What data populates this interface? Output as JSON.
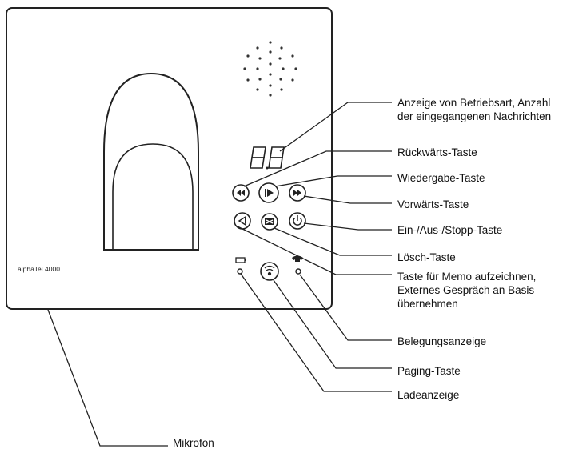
{
  "device": {
    "brand_label": "alphaTel 4000",
    "display_digits": "8.8"
  },
  "callouts": {
    "display": "Anzeige von Betriebsart, Anzahl\nder eingegangenen Nachrichten",
    "rewind": "Rückwärts-Taste",
    "play": "Wiedergabe-Taste",
    "forward": "Vorwärts-Taste",
    "power": "Ein-/Aus-/Stopp-Taste",
    "delete": "Lösch-Taste",
    "memo": "Taste für Memo aufzeichnen,\nExternes Gespräch an Basis\nübernehmen",
    "line_indicator": "Belegungsanzeige",
    "paging": "Paging-Taste",
    "charge_indicator": "Ladeanzeige",
    "microphone": "Mikrofon"
  },
  "icons": {
    "rewind": "rewind-icon",
    "play": "play-icon",
    "forward": "fast-forward-icon",
    "power": "power-icon",
    "delete": "delete-icon",
    "memo": "memo-icon",
    "paging": "paging-icon",
    "battery": "battery-icon",
    "phone": "phone-icon"
  }
}
